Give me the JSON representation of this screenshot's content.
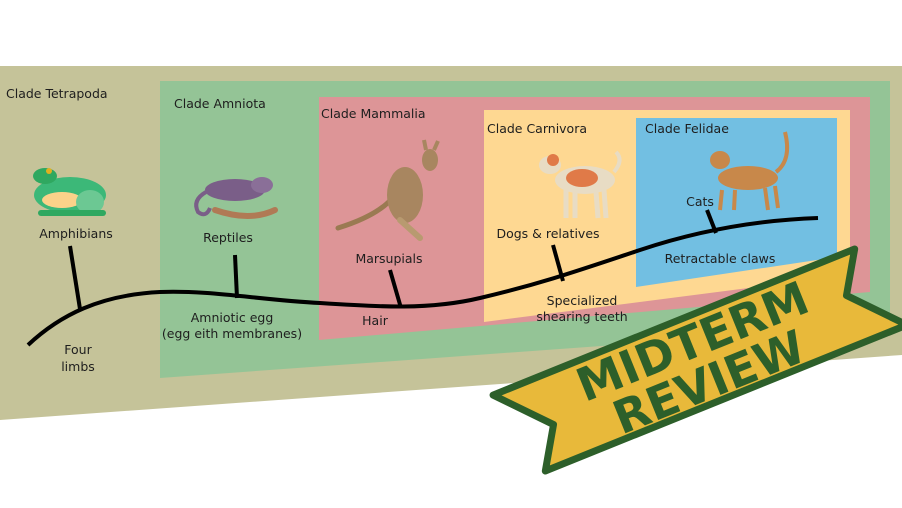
{
  "clades": [
    {
      "label": "Clade Tetrapoda",
      "color": "#c5c399"
    },
    {
      "label": "Clade Amniota",
      "color": "#94c496"
    },
    {
      "label": "Clade Mammalia",
      "color": "#dd9597"
    },
    {
      "label": "Clade Carnivora",
      "color": "#fed892"
    },
    {
      "label": "Clade Felidae",
      "color": "#72bfe2"
    }
  ],
  "taxa": [
    {
      "label": "Amphibians",
      "icon": "frog-icon"
    },
    {
      "label": "Reptiles",
      "icon": "chameleon-icon"
    },
    {
      "label": "Marsupials",
      "icon": "kangaroo-icon"
    },
    {
      "label": "Dogs & relatives",
      "icon": "dog-icon"
    },
    {
      "label": "Cats",
      "icon": "cat-icon"
    }
  ],
  "traits": {
    "four_limbs": [
      "Four",
      "limbs"
    ],
    "amniotic_egg": [
      "Amniotic egg",
      "(egg eith membranes)"
    ],
    "hair": "Hair",
    "shearing_teeth": [
      "Specialized",
      "shearing teeth"
    ],
    "retractable_claws": "Retractable claws"
  },
  "banner": {
    "line1": "MIDTERM",
    "line2": "REVIEW",
    "fill": "#e8b93a",
    "stroke": "#2d5f2a"
  }
}
